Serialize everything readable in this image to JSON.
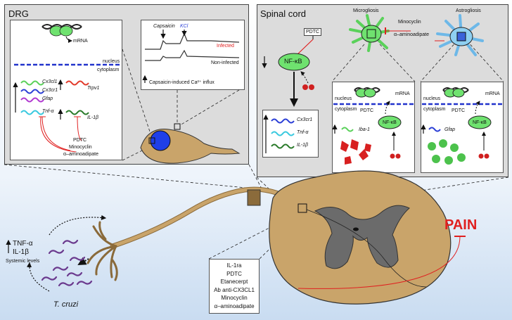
{
  "drg": {
    "title": "DRG",
    "mrna": "mRNA",
    "nucleus": "nucleus",
    "cytoplasm": "cytoplasm",
    "genes": [
      "Cx3cl1",
      "Cx3cr1",
      "Gfap",
      "Tnf-α",
      "Trpv1",
      "IL-1β"
    ],
    "treatments": [
      "PDTC",
      "Minocyclin",
      "α–aminoadipate"
    ],
    "trace": {
      "capsaicin": "Capsaicin",
      "kcl": "KCl",
      "infected": "Infected",
      "non_infected": "Non-infected",
      "caption": "Capsaicin-induced Ca²⁺ influx"
    }
  },
  "spinal": {
    "title": "Spinal cord",
    "pdtc": "PDTC",
    "nfkb": "NF-κB",
    "microgliosis": "Microgliosis",
    "astrogliosis": "Astrogliosis",
    "minocyclin": "Minocyclin",
    "aminoadipate": "α–aminoadipate",
    "genes": [
      "Cx3cr1",
      "Tnf-α",
      "IL-1β"
    ],
    "micro_panel": {
      "nucleus": "nucleus",
      "cytoplasm": "cytoplasm",
      "mrna": "mRNA",
      "pdtc": "PDTC",
      "nfkb": "NF-κB",
      "gene": "Iba-1"
    },
    "astro_panel": {
      "nucleus": "nucleus",
      "cytoplasm": "cytoplasm",
      "mrna": "mRNA",
      "pdtc": "PDTC",
      "nfkb": "NF-κB",
      "gene": "Gfap"
    }
  },
  "bottom": {
    "systemic": {
      "tnf": "TNF-α",
      "il1": "IL-1β",
      "label": "Systemic levels"
    },
    "parasite": "T. cruzi",
    "pain": "PAIN",
    "treatments": [
      "IL-1ra",
      "PDTC",
      "Etanecerpt",
      "Ab anti-CX3CL1",
      "Minocyclin",
      "α–aminoadipate"
    ]
  },
  "colors": {
    "gene_cx3cl1": "#5ad15a",
    "gene_cx3cr1": "#2b3fd6",
    "gene_gfap": "#b13ad1",
    "gene_tnf": "#39c9df",
    "gene_trpv1": "#e23a2a",
    "gene_il1": "#2a7a2a",
    "nfkb": "#6fe26f",
    "pain": "#e02020",
    "tissue": "#c9a46a"
  }
}
